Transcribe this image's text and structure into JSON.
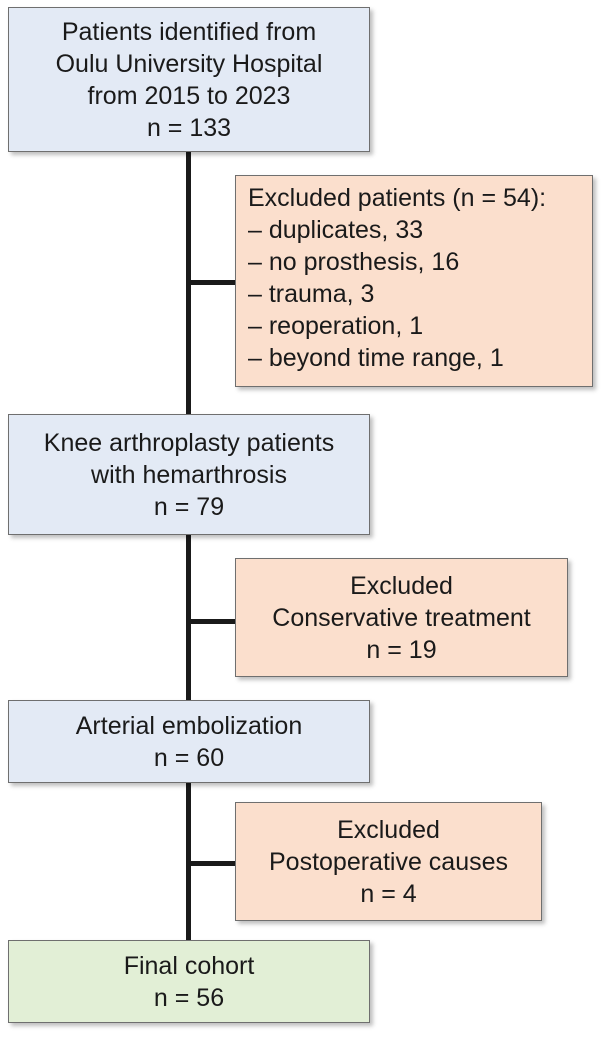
{
  "boxes": {
    "identified": {
      "lines": [
        "Patients identified from",
        "Oulu University Hospital",
        "from 2015 to 2023",
        "n = 133"
      ]
    },
    "excluded_1": {
      "title": "Excluded patients (n = 54):",
      "items": [
        "– duplicates, 33",
        "– no prosthesis, 16",
        "– trauma, 3",
        "– reoperation, 1",
        "– beyond time range, 1"
      ]
    },
    "knee": {
      "lines": [
        "Knee arthroplasty patients",
        "with hemarthrosis",
        "n = 79"
      ]
    },
    "excluded_2": {
      "lines": [
        "Excluded",
        "Conservative treatment",
        "n = 19"
      ]
    },
    "embolization": {
      "lines": [
        "Arterial embolization",
        "n = 60"
      ]
    },
    "excluded_3": {
      "lines": [
        "Excluded",
        "Postoperative causes",
        "n = 4"
      ]
    },
    "final": {
      "lines": [
        "Final cohort",
        "n = 56"
      ]
    }
  },
  "colors": {
    "main_box": "#e3eaf5",
    "excluded_box": "#fbdfcd",
    "final_box": "#e2efd6",
    "connector": "#1a1a1a"
  }
}
